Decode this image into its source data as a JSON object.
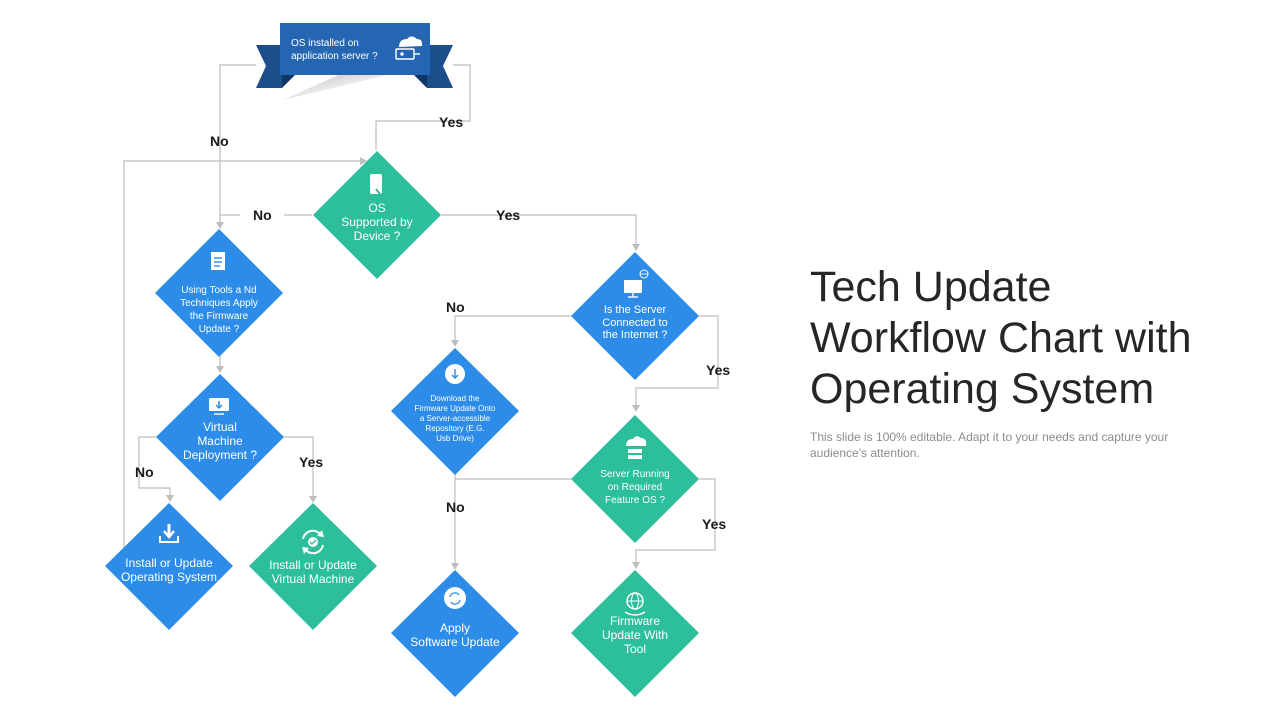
{
  "colors": {
    "blue": "#2D8CE8",
    "green": "#2DBE9C",
    "banner_dark": "#1C4E8C",
    "banner_main": "#2566B3",
    "line": "#bdbdbd"
  },
  "banner": {
    "lines": [
      "OS installed on",
      "application server ?"
    ],
    "icon": "server-cloud-icon"
  },
  "nodes": {
    "os_supported": {
      "lines": [
        "OS",
        "Supported by",
        "Device ?"
      ],
      "icon": "mobile-touch-icon"
    },
    "using_tools": {
      "lines": [
        "Using Tools a Nd",
        "Techniques Apply",
        "the Firmware",
        "Update ?"
      ],
      "icon": "document-icon"
    },
    "virtual_machine": {
      "lines": [
        "Virtual",
        "Machine",
        "Deployment ?"
      ],
      "icon": "monitor-download-icon"
    },
    "install_os": {
      "lines": [
        "Install or Update",
        "Operating System"
      ],
      "icon": "download-icon"
    },
    "install_vm": {
      "lines": [
        "Install or Update",
        "Virtual Machine"
      ],
      "icon": "refresh-check-icon"
    },
    "server_connected": {
      "lines": [
        "Is the Server",
        "Connected to",
        "the Internet ?"
      ],
      "icon": "monitor-globe-icon"
    },
    "download_firmware": {
      "lines": [
        "Download the",
        "Firmware Update Onto",
        "a Server-accessible",
        "Repository (E.G.",
        "Usb Drive)"
      ],
      "icon": "cloud-download-icon"
    },
    "server_running": {
      "lines": [
        "Server Running",
        "on Required",
        "Feature OS ?"
      ],
      "icon": "cloud-server-icon"
    },
    "apply_update": {
      "lines": [
        "Apply",
        "Software Update"
      ],
      "icon": "sync-icon"
    },
    "firmware_tool": {
      "lines": [
        "Firmware",
        "Update With",
        "Tool"
      ],
      "icon": "globe-hand-icon"
    }
  },
  "labels": {
    "yes": "Yes",
    "no": "No"
  },
  "title": {
    "lines": [
      "Tech Update",
      "Workflow Chart with",
      "Operating System"
    ]
  },
  "subtitle": {
    "lines": [
      "This slide is 100% editable. Adapt it to your needs and capture your",
      "audience's attention."
    ]
  }
}
